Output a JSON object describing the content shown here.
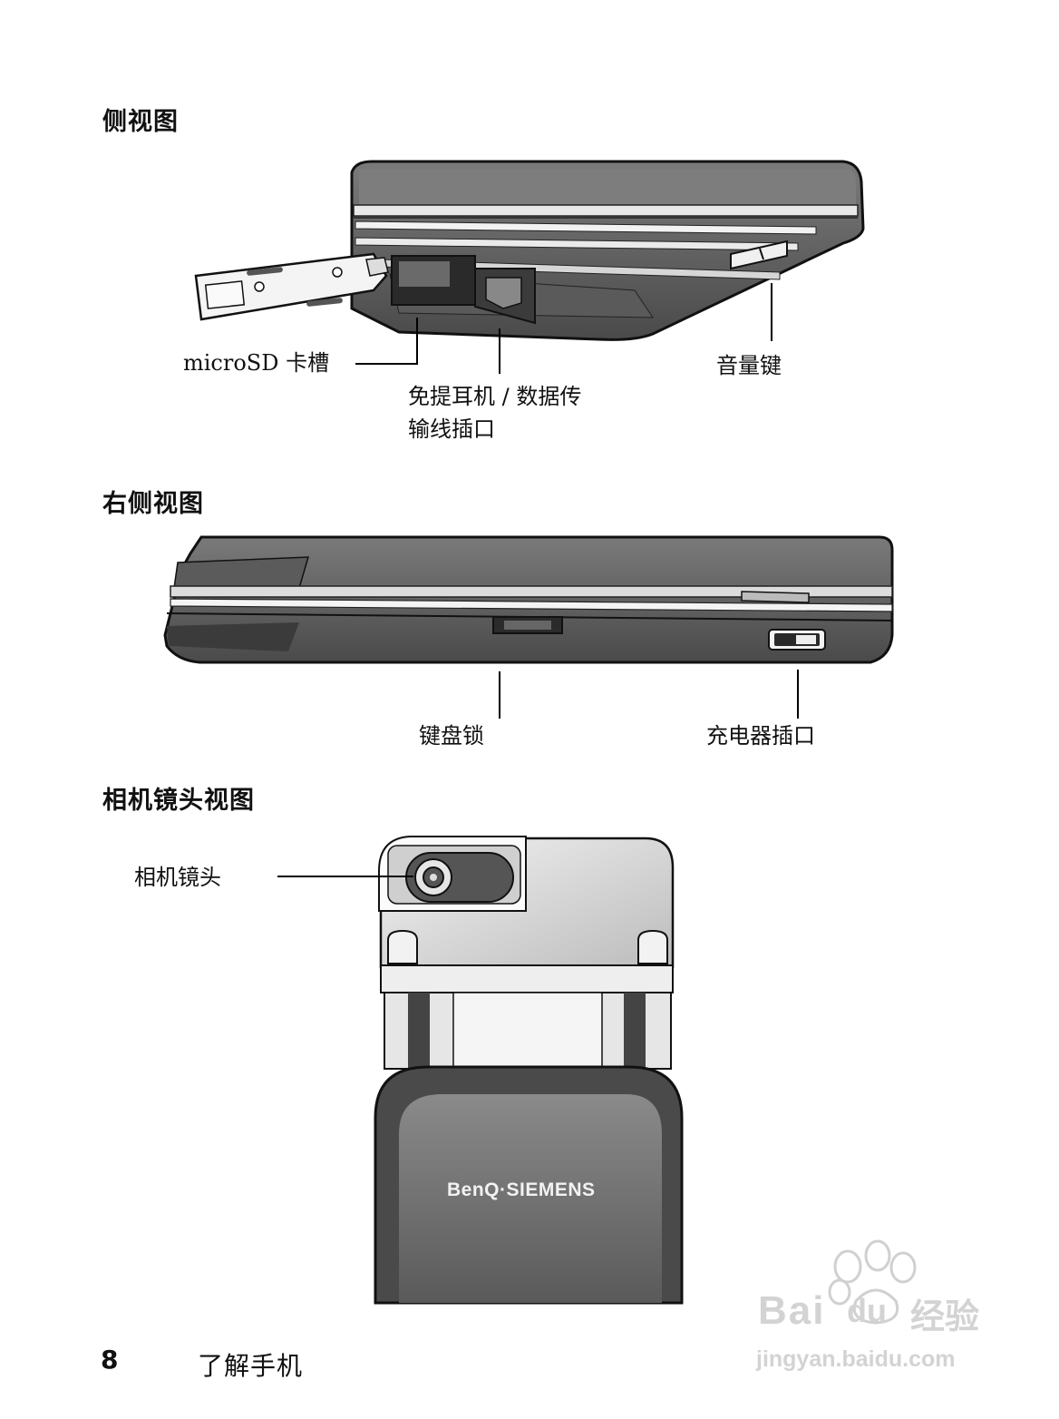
{
  "sections": {
    "side_view": {
      "title": "侧视图",
      "labels": {
        "microsd": "microSD 卡槽",
        "headset_1": "免提耳机 / 数据传",
        "headset_2": "输线插口",
        "volume": "音量键"
      }
    },
    "right_view": {
      "title": "右侧视图",
      "labels": {
        "keylock": "键盘锁",
        "charger": "充电器插口"
      }
    },
    "camera_view": {
      "title": "相机镜头视图",
      "labels": {
        "lens": "相机镜头"
      },
      "brand": "BenQ·SIEMENS"
    }
  },
  "footer": {
    "page_number": "8",
    "chapter": "了解手机"
  },
  "watermark": {
    "logo_text_1": "Bai",
    "logo_text_2": "du",
    "logo_text_3": "经验",
    "url": "jingyan.baidu.com"
  }
}
